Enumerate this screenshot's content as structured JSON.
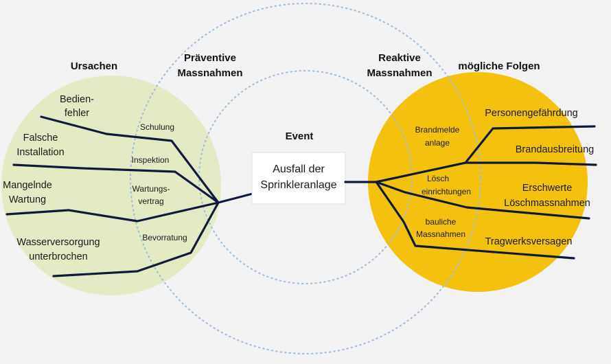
{
  "headers": {
    "causes": "Ursachen",
    "preventive": [
      "Präventive",
      "Massnahmen"
    ],
    "event": "Event",
    "reactive": [
      "Reaktive",
      "Massnahmen"
    ],
    "consequences": "mögliche Folgen"
  },
  "event_label": [
    "Ausfall der",
    "Sprinkleranlage"
  ],
  "causes": [
    [
      "Bedien-",
      "fehler"
    ],
    [
      "Falsche",
      "Installation"
    ],
    [
      "Mangelnde",
      "Wartung"
    ],
    [
      "Wasserversorgung",
      "unterbrochen"
    ]
  ],
  "preventive_measures": [
    [
      "Schulung"
    ],
    [
      "Inspektion"
    ],
    [
      "Wartungs-",
      "vertrag"
    ],
    [
      "Bevorratung"
    ]
  ],
  "reactive_measures": [
    [
      "Brandmelde",
      "anlage"
    ],
    [
      "Lösch",
      "einrichtungen"
    ],
    [
      "bauliche",
      "Massnahmen"
    ]
  ],
  "consequences": [
    [
      "Personengefährdung"
    ],
    [
      "Brandausbreitung"
    ],
    [
      "Erschwerte",
      "Löschmassnahmen"
    ],
    [
      "Tragwerksversagen"
    ]
  ],
  "colors": {
    "background": "#f2f2f2",
    "causes_circle": "#e4ebc4",
    "consequences_circle": "#f4c10f",
    "lines": "#101a3c",
    "dotted_circles": "#9dbce0"
  }
}
